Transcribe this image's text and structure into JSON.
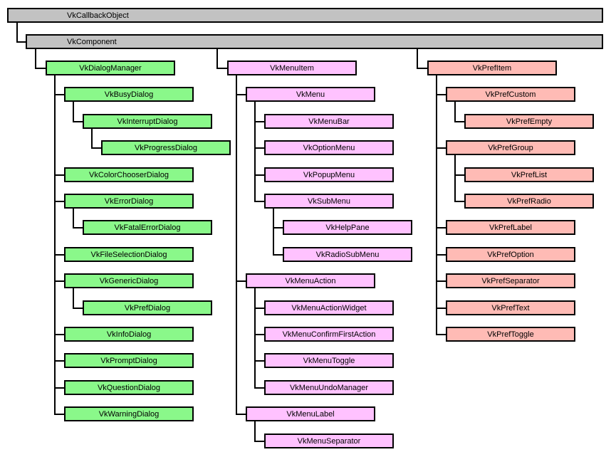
{
  "diagram": {
    "colors": {
      "border": "#000000",
      "base": "#C2C2C2",
      "dialog": "#8AF88A",
      "menu": "#FFC2FF",
      "pref": "#FFBBB5"
    },
    "root": {
      "label": "VkCallbackObject",
      "group": "base",
      "children": [
        {
          "label": "VkComponent",
          "group": "base",
          "children": [
            {
              "label": "VkDialogManager",
              "group": "dialog",
              "children": [
                {
                  "label": "VkBusyDialog",
                  "group": "dialog",
                  "children": [
                    {
                      "label": "VkInterruptDialog",
                      "group": "dialog",
                      "children": [
                        {
                          "label": "VkProgressDialog",
                          "group": "dialog",
                          "children": []
                        }
                      ]
                    }
                  ]
                },
                {
                  "label": "VkColorChooserDialog",
                  "group": "dialog",
                  "children": []
                },
                {
                  "label": "VkErrorDialog",
                  "group": "dialog",
                  "children": [
                    {
                      "label": "VkFatalErrorDialog",
                      "group": "dialog",
                      "children": []
                    }
                  ]
                },
                {
                  "label": "VkFileSelectionDialog",
                  "group": "dialog",
                  "children": []
                },
                {
                  "label": "VkGenericDialog",
                  "group": "dialog",
                  "children": [
                    {
                      "label": "VkPrefDialog",
                      "group": "dialog",
                      "children": []
                    }
                  ]
                },
                {
                  "label": "VkInfoDialog",
                  "group": "dialog",
                  "children": []
                },
                {
                  "label": "VkPromptDialog",
                  "group": "dialog",
                  "children": []
                },
                {
                  "label": "VkQuestionDialog",
                  "group": "dialog",
                  "children": []
                },
                {
                  "label": "VkWarningDialog",
                  "group": "dialog",
                  "children": []
                }
              ]
            },
            {
              "label": "VkMenuItem",
              "group": "menu",
              "children": [
                {
                  "label": "VkMenu",
                  "group": "menu",
                  "children": [
                    {
                      "label": "VkMenuBar",
                      "group": "menu",
                      "children": []
                    },
                    {
                      "label": "VkOptionMenu",
                      "group": "menu",
                      "children": []
                    },
                    {
                      "label": "VkPopupMenu",
                      "group": "menu",
                      "children": []
                    },
                    {
                      "label": "VkSubMenu",
                      "group": "menu",
                      "children": [
                        {
                          "label": "VkHelpPane",
                          "group": "menu",
                          "children": []
                        },
                        {
                          "label": "VkRadioSubMenu",
                          "group": "menu",
                          "children": []
                        }
                      ]
                    }
                  ]
                },
                {
                  "label": "VkMenuAction",
                  "group": "menu",
                  "children": [
                    {
                      "label": "VkMenuActionWidget",
                      "group": "menu",
                      "children": []
                    },
                    {
                      "label": "VkMenuConfirmFirstAction",
                      "group": "menu",
                      "children": []
                    },
                    {
                      "label": "VkMenuToggle",
                      "group": "menu",
                      "children": []
                    },
                    {
                      "label": "VkMenuUndoManager",
                      "group": "menu",
                      "children": []
                    }
                  ]
                },
                {
                  "label": "VkMenuLabel",
                  "group": "menu",
                  "children": [
                    {
                      "label": "VkMenuSeparator",
                      "group": "menu",
                      "children": []
                    }
                  ]
                }
              ]
            },
            {
              "label": "VkPrefItem",
              "group": "pref",
              "children": [
                {
                  "label": "VkPrefCustom",
                  "group": "pref",
                  "children": [
                    {
                      "label": "VkPrefEmpty",
                      "group": "pref",
                      "children": []
                    }
                  ]
                },
                {
                  "label": "VkPrefGroup",
                  "group": "pref",
                  "children": [
                    {
                      "label": "VkPrefList",
                      "group": "pref",
                      "children": []
                    },
                    {
                      "label": "VkPrefRadio",
                      "group": "pref",
                      "children": []
                    }
                  ]
                },
                {
                  "label": "VkPrefLabel",
                  "group": "pref",
                  "children": []
                },
                {
                  "label": "VkPrefOption",
                  "group": "pref",
                  "children": []
                },
                {
                  "label": "VkPrefSeparator",
                  "group": "pref",
                  "children": []
                },
                {
                  "label": "VkPrefText",
                  "group": "pref",
                  "children": []
                },
                {
                  "label": "VkPrefToggle",
                  "group": "pref",
                  "children": []
                }
              ]
            }
          ]
        }
      ]
    }
  }
}
